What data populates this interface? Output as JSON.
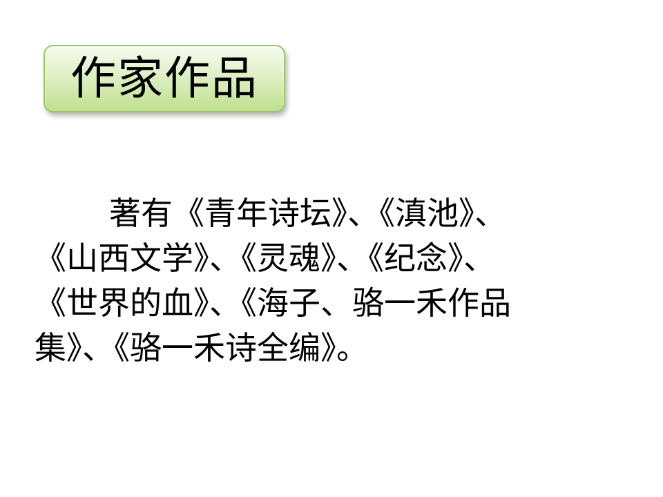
{
  "title": "作家作品",
  "body": {
    "lines": [
      "著有《青年诗坛》、《滇池》、",
      "《山西文学》、《灵魂》、《纪念》、",
      "《世界的血》、《海子、骆一禾作品",
      "集》、《骆一禾诗全编》。"
    ]
  },
  "colors": {
    "title_box_top": "#f6fbee",
    "title_box_bottom": "#bfe08f",
    "title_box_border": "#9bc46a",
    "text": "#000000",
    "background": "#ffffff"
  }
}
